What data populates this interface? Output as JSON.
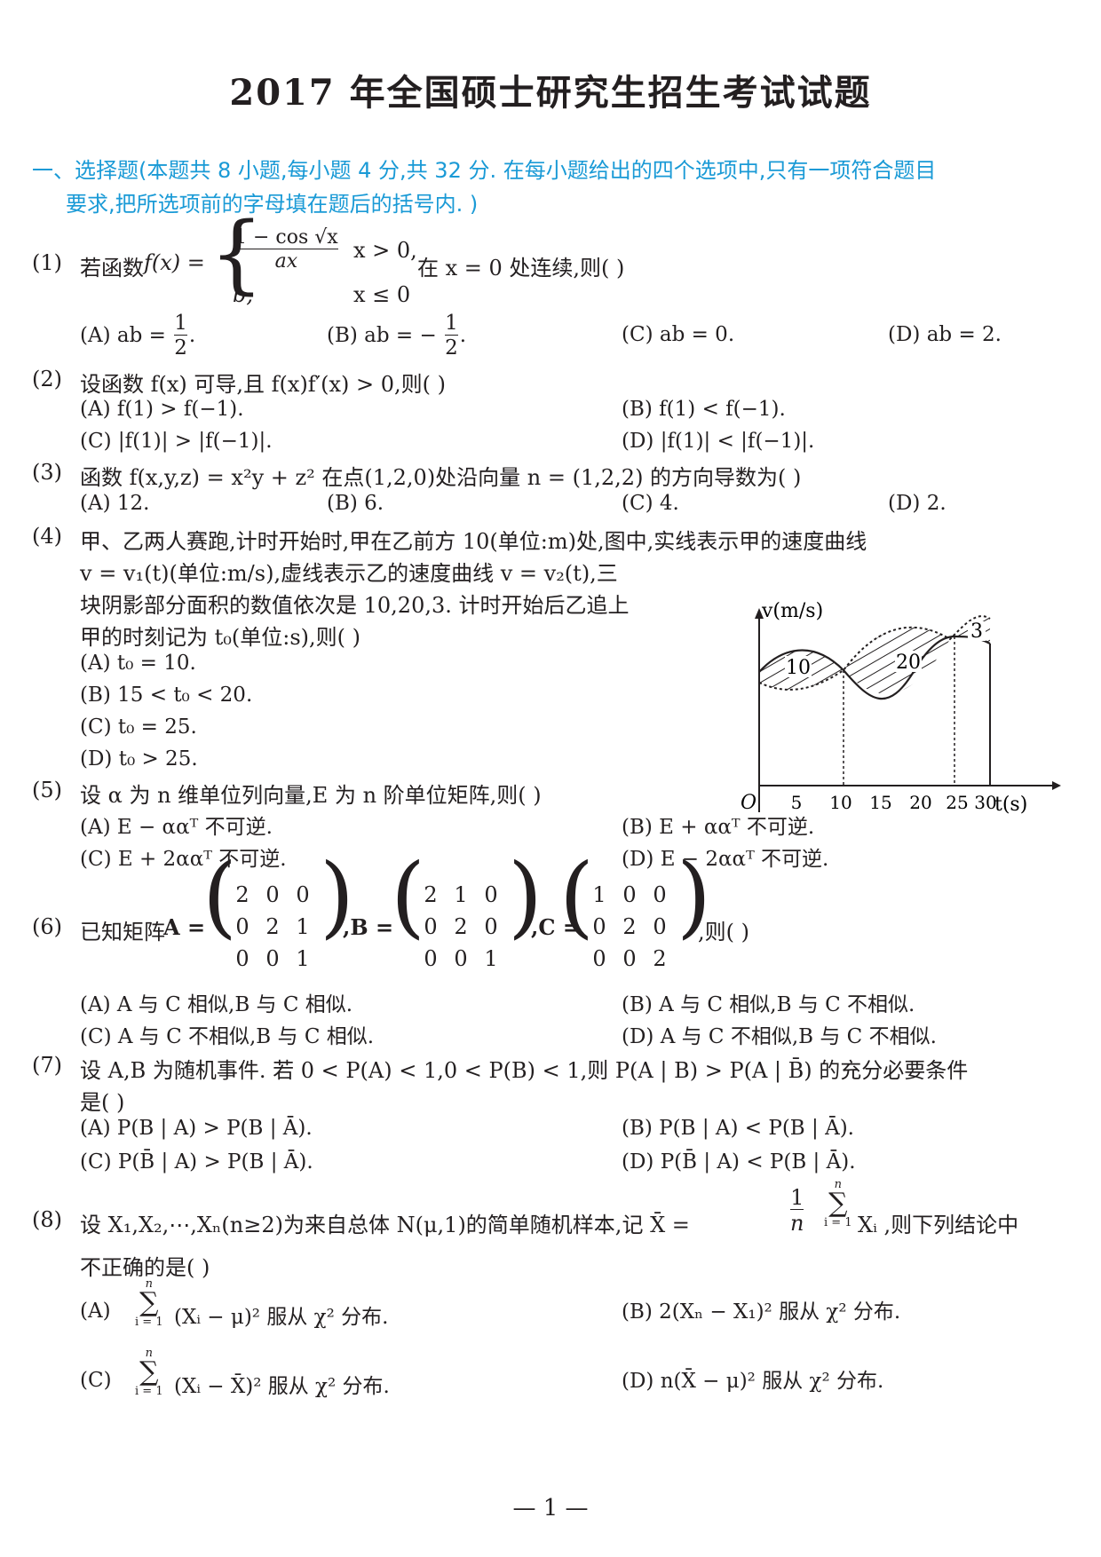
{
  "title": "2017 年全国硕士研究生招生考试试题",
  "section": {
    "line1": "一、选择题(本题共 8 小题,每小题 4 分,共 32 分. 在每小题给出的四个选项中,只有一项符合题目",
    "line2": "要求,把所选项前的字母填在题后的括号内. )"
  },
  "q1": {
    "num": "(1)",
    "lead": "若函数",
    "fx": "f(x) =",
    "case1_num": "1 − cos √x",
    "case1_den": "ax",
    "case1_cond": "x > 0,",
    "case2": "b,",
    "case2_cond": "x ≤ 0",
    "tail": "在 x = 0 处连续,则(        )",
    "optA_pre": "(A) ab =",
    "optA_num": "1",
    "optA_den": "2",
    "optB_pre": "(B) ab = −",
    "optB_num": "1",
    "optB_den": "2",
    "optC": "(C) ab = 0.",
    "optD": "(D) ab = 2."
  },
  "q2": {
    "num": "(2)",
    "text": "设函数 f(x) 可导,且 f(x)f′(x) > 0,则(        )",
    "optA": "(A) f(1) > f(−1).",
    "optB": "(B) f(1) < f(−1).",
    "optC": "(C) |f(1)| > |f(−1)|.",
    "optD": "(D) |f(1)| < |f(−1)|."
  },
  "q3": {
    "num": "(3)",
    "text": "函数 f(x,y,z) = x²y + z² 在点(1,2,0)处沿向量 n = (1,2,2) 的方向导数为(        )",
    "optA": "(A) 12.",
    "optB": "(B) 6.",
    "optC": "(C) 4.",
    "optD": "(D) 2."
  },
  "q4": {
    "num": "(4)",
    "line1": "甲、乙两人赛跑,计时开始时,甲在乙前方 10(单位:m)处,图中,实线表示甲的速度曲线",
    "line2": "v = v₁(t)(单位:m/s),虚线表示乙的速度曲线 v = v₂(t),三",
    "line3": "块阴影部分面积的数值依次是 10,20,3. 计时开始后乙追上",
    "line4": "甲的时刻记为 t₀(单位:s),则(        )",
    "optA": "(A) t₀ = 10.",
    "optB": "(B) 15 < t₀ < 20.",
    "optC": "(C) t₀ = 25.",
    "optD": "(D) t₀ > 25.",
    "figure": {
      "ylabel": "v(m/s)",
      "xlabel": "t(s)",
      "origin": "O",
      "ticks": [
        "5",
        "10",
        "15",
        "20",
        "25",
        "30"
      ],
      "areas": [
        "10",
        "20",
        "3"
      ]
    }
  },
  "q5": {
    "num": "(5)",
    "text": "设 α 为 n 维单位列向量,E 为 n 阶单位矩阵,则(        )",
    "optA": "(A) E − ααᵀ 不可逆.",
    "optB": "(B) E + ααᵀ 不可逆.",
    "optC": "(C) E + 2ααᵀ 不可逆.",
    "optD": "(D) E − 2ααᵀ 不可逆."
  },
  "q6": {
    "num": "(6)",
    "lead": "已知矩阵",
    "A_label": "A =",
    "B_label": ",B =",
    "C_label": ",C =",
    "tail": ",则(        )",
    "A": [
      [
        "2",
        "0",
        "0"
      ],
      [
        "0",
        "2",
        "1"
      ],
      [
        "0",
        "0",
        "1"
      ]
    ],
    "B": [
      [
        "2",
        "1",
        "0"
      ],
      [
        "0",
        "2",
        "0"
      ],
      [
        "0",
        "0",
        "1"
      ]
    ],
    "C": [
      [
        "1",
        "0",
        "0"
      ],
      [
        "0",
        "2",
        "0"
      ],
      [
        "0",
        "0",
        "2"
      ]
    ],
    "optA": "(A) A 与 C 相似,B 与 C 相似.",
    "optB": "(B) A 与 C 相似,B 与 C 不相似.",
    "optC": "(C) A 与 C 不相似,B 与 C 相似.",
    "optD": "(D) A 与 C 不相似,B 与 C 不相似."
  },
  "q7": {
    "num": "(7)",
    "line1": "设 A,B 为随机事件. 若 0 < P(A) < 1,0 < P(B) < 1,则 P(A | B) > P(A | B̄) 的充分必要条件",
    "line2": "是(        )",
    "optA": "(A) P(B | A) > P(B | Ā).",
    "optB": "(B) P(B | A) < P(B | Ā).",
    "optC": "(C) P(B̄ | A) > P(B | Ā).",
    "optD": "(D) P(B̄ | A) < P(B | Ā)."
  },
  "q8": {
    "num": "(8)",
    "lead": "设 X₁,X₂,⋯,Xₙ(n≥2)为来自总体 N(μ,1)的简单随机样本,记 X̄ =",
    "frac_num": "1",
    "frac_den": "n",
    "sum_top": "n",
    "sum_bot": "i = 1",
    "after_sum": "Xᵢ ,则下列结论中",
    "line2": "不正确的是(        )",
    "optA_pre": "(A)",
    "optA_body": "(Xᵢ − μ)² 服从 χ² 分布.",
    "optB": "(B) 2(Xₙ − X₁)² 服从 χ² 分布.",
    "optC_pre": "(C)",
    "optC_body": "(Xᵢ − X̄)² 服从 χ² 分布.",
    "optD": "(D) n(X̄ − μ)² 服从 χ² 分布."
  },
  "footer": "— 1 —"
}
